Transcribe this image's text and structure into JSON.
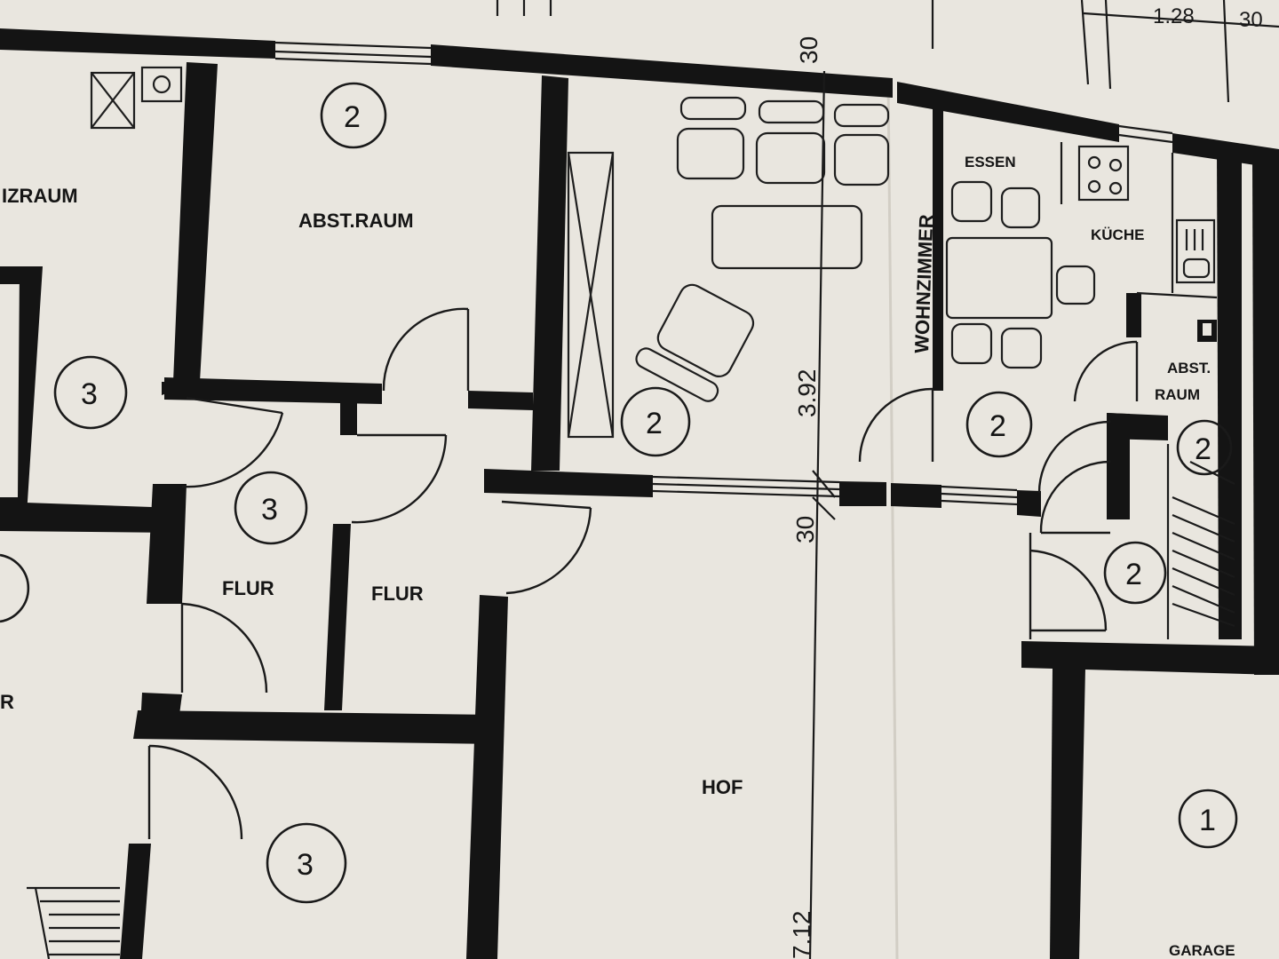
{
  "rooms": {
    "heizraum": "IZRAUM",
    "abst_raum_top": "ABST.RAUM",
    "wohnzimmer": "WOHNZIMMER",
    "essen": "ESSEN",
    "kueche": "KÜCHE",
    "abst_raum_right_line1": "ABST.",
    "abst_raum_right_line2": "RAUM",
    "flur_left": "FLUR",
    "flur_right": "FLUR",
    "hof": "HOF",
    "garage": "GARAGE",
    "cut_left": "R"
  },
  "markers": {
    "m_abst": "2",
    "m_wohn": "2",
    "m_essen": "2",
    "m_stair_top": "2",
    "m_stair_bottom": "2",
    "m_left_top": "3",
    "m_flur": "3",
    "m_left_bottom": "3",
    "m_garage": "1"
  },
  "dimensions": {
    "d_30_top": "30",
    "d_392": "3.92",
    "d_30_mid": "30",
    "d_712": "7.12",
    "d_128": "1.28",
    "d_30_corner": "30"
  },
  "colors": {
    "paper": "#e9e6df",
    "ink": "#141414"
  }
}
